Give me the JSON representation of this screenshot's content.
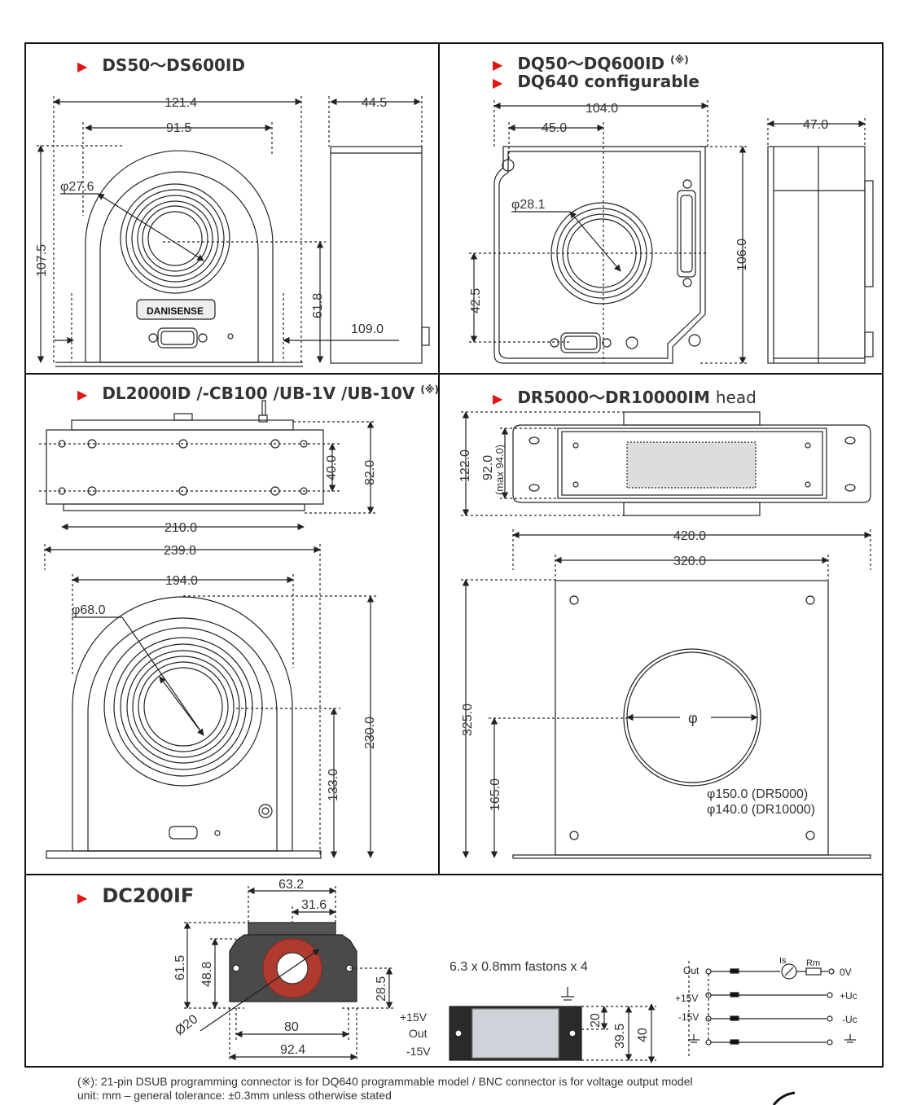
{
  "panels": {
    "ds": {
      "title": "DS50～DS600ID",
      "dims": {
        "w_outer": "121.4",
        "w_inner": "91.5",
        "depth": "44.5",
        "bore": "φ27.6",
        "height": "107.5",
        "center_h": "61.8",
        "mount": "109.0"
      },
      "logo": "DANISENSE"
    },
    "dq": {
      "title": "DQ50～DQ600ID",
      "title_mark": "(※)",
      "title2": "DQ640 configurable",
      "dims": {
        "width": "104.0",
        "center_x": "45.0",
        "depth": "47.0",
        "bore": "φ28.1",
        "height": "106.0",
        "center_h": "42.5"
      }
    },
    "dl": {
      "title": "DL2000ID /-CB100 /UB-1V /UB-10V",
      "title_mark": "(※)",
      "dims": {
        "top_w": "210.0",
        "hole_pitch": "40.0",
        "top_h": "82.0",
        "base_w": "239.8",
        "body_w": "194.0",
        "bore": "φ68.0",
        "height": "230.0",
        "center_h": "133.0"
      }
    },
    "dr": {
      "title": "DR5000～DR10000IM",
      "title_suffix": "head",
      "dims": {
        "head_h": "122.0",
        "inner_h": "92.0",
        "inner_h_max": "(max 94.0)",
        "plate_w": "420.0",
        "body_w": "320.0",
        "height": "325.0",
        "center_h": "165.0",
        "phi": "φ",
        "bore1": "φ150.0 (DR5000)",
        "bore2": "φ140.0 (DR10000)"
      }
    },
    "dc": {
      "title": "DC200IF",
      "dims": {
        "w_total": "63.2",
        "w_half": "31.6",
        "height": "61.5",
        "inner_h": "48.8",
        "center_h": "28.5",
        "bore": "Ø20",
        "body_w": "80",
        "base_w": "92.4",
        "fastons": "6.3 x 0.8mm fastons x 4",
        "side_h1": "20",
        "side_h2": "39.5",
        "side_h3": "40"
      },
      "pins": [
        "+15V",
        "Out",
        "-15V"
      ],
      "schematic": {
        "out": "Out",
        "p15": "+15V",
        "m15": "-15V",
        "is": "Is",
        "rm": "Rm",
        "v0": "0V",
        "puc": "+Uc",
        "muc": "-Uc"
      }
    }
  },
  "footnotes": {
    "line1": "(※):   21-pin DSUB programming connector is for DQ640 programmable model / BNC connector is for voltage output model",
    "line2": "unit:  mm – general tolerance: ±0.3mm unless otherwise stated"
  }
}
